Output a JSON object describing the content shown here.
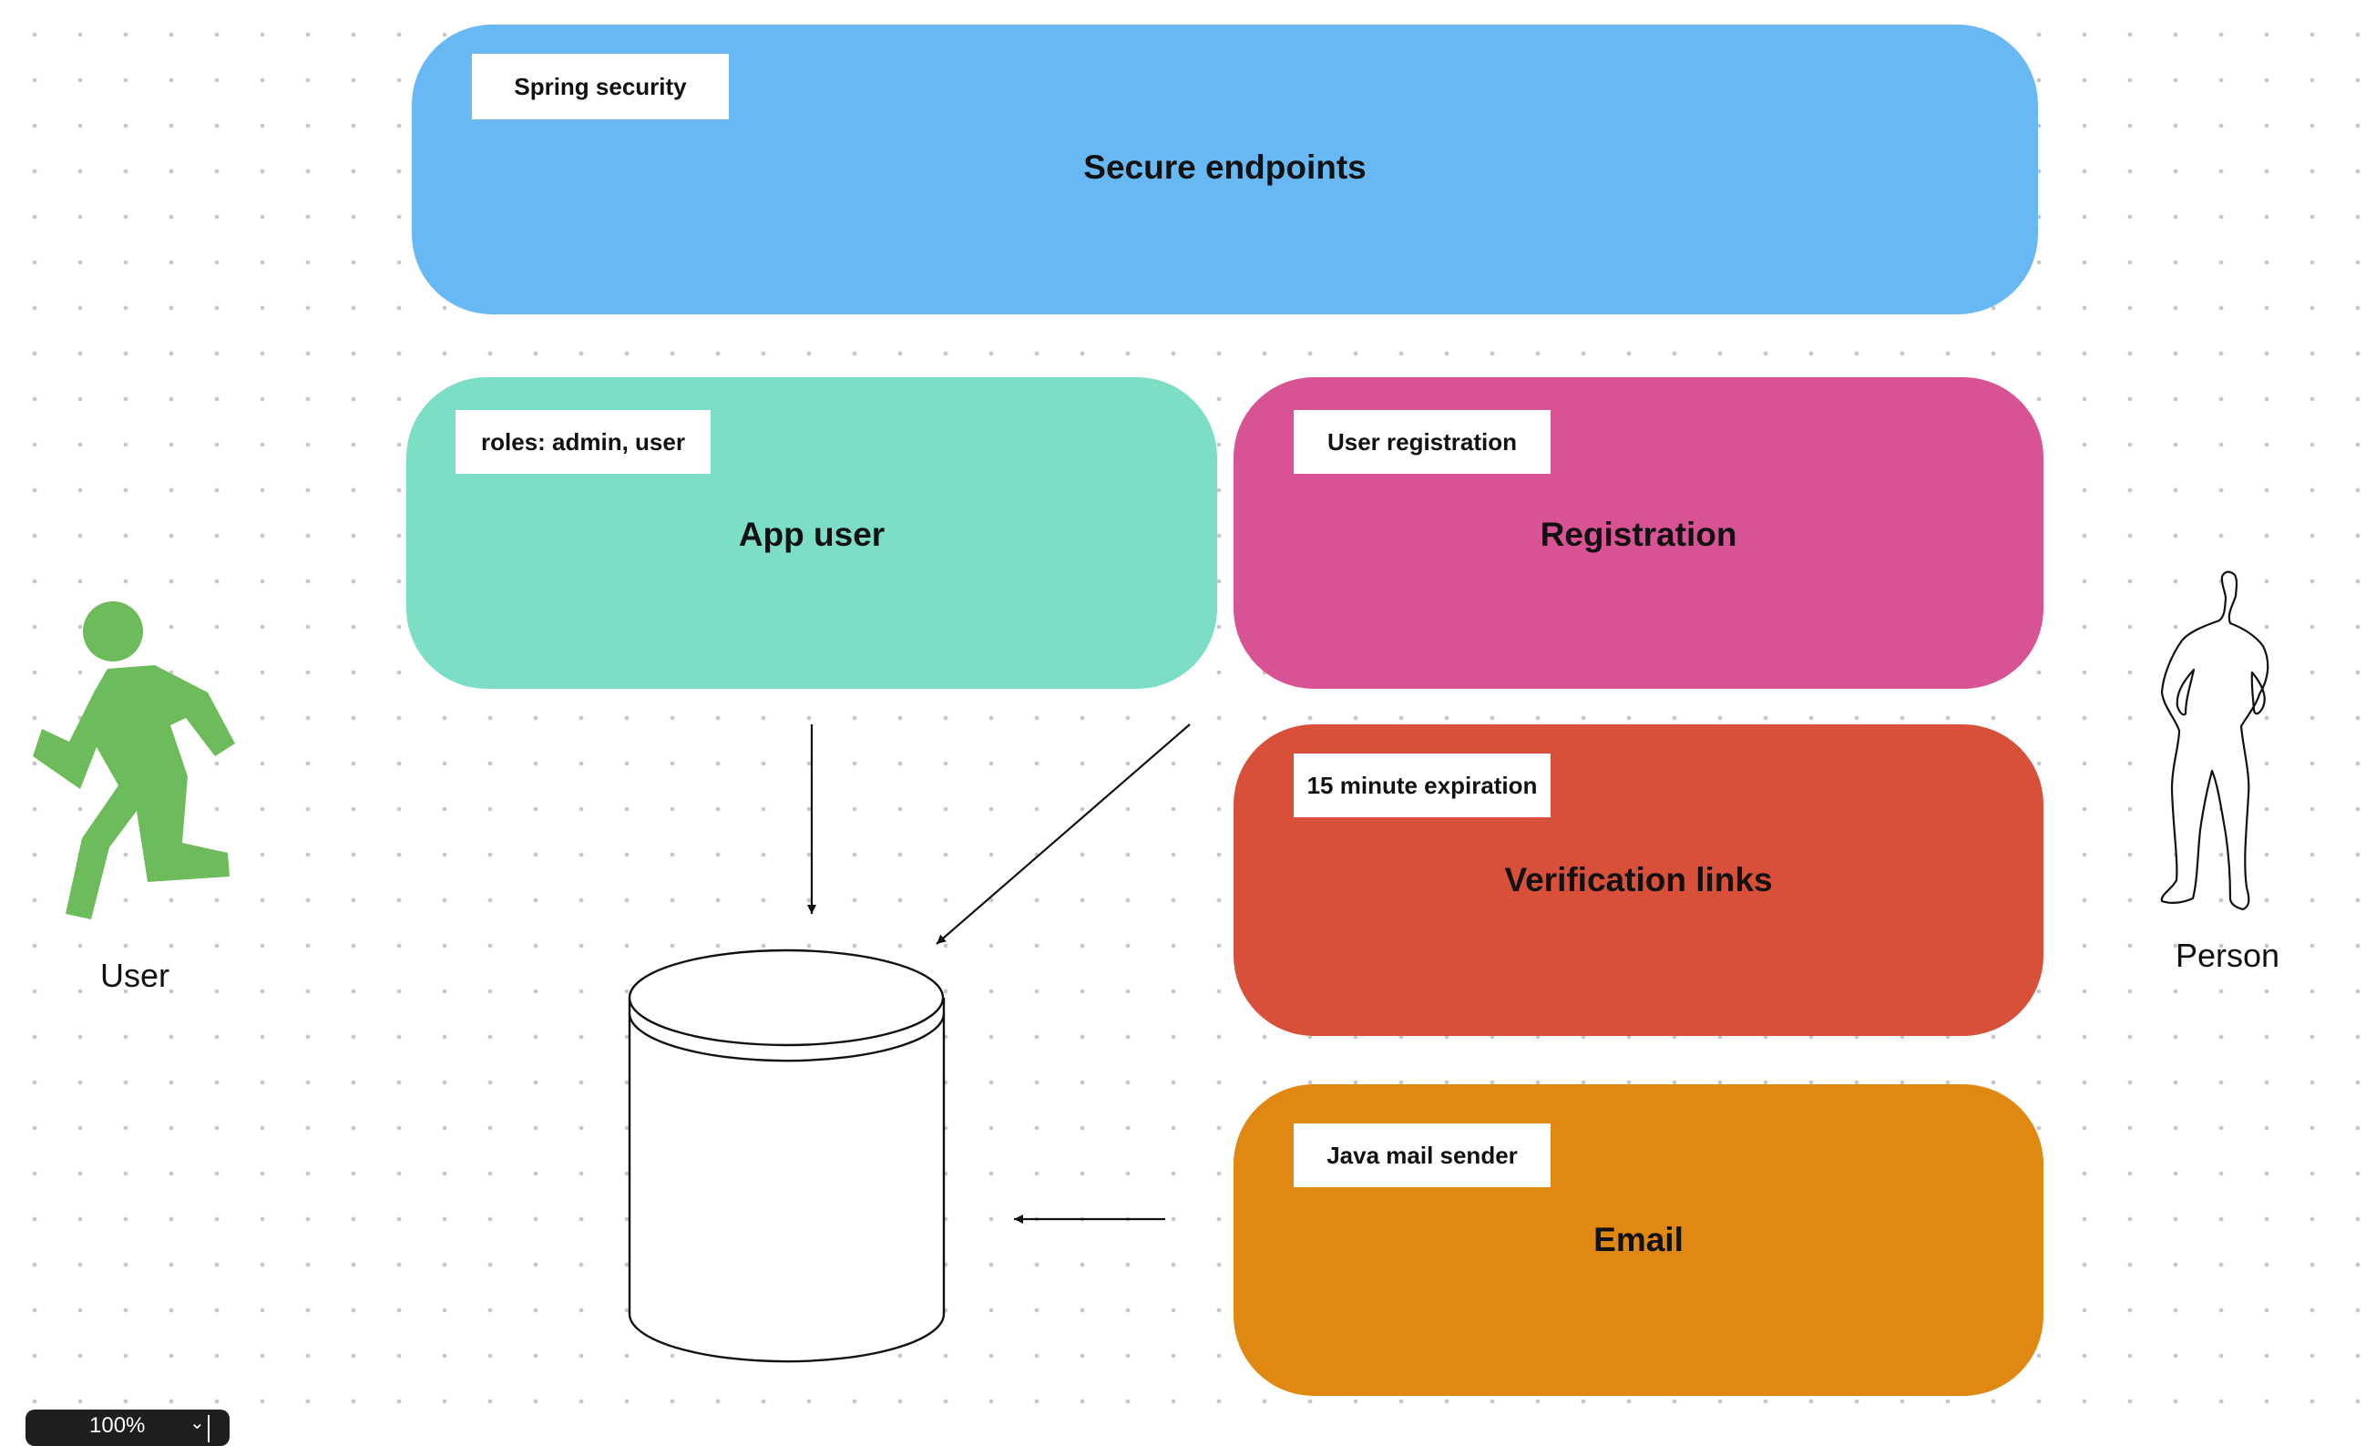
{
  "blocks": {
    "security": {
      "tag": "Spring security",
      "title": "Secure endpoints",
      "color": "#68b8f4"
    },
    "app_user": {
      "tag": "roles: admin, user",
      "title": "App user",
      "color": "#7cdec7"
    },
    "registration": {
      "tag": "User registration",
      "title": "Registration",
      "color": "#d85394"
    },
    "verification": {
      "tag": "15 minute expiration",
      "title": "Verification links",
      "color": "#d8503a"
    },
    "email": {
      "tag": "Java mail sender",
      "title": "Email",
      "color": "#e08812"
    }
  },
  "actors": {
    "user": {
      "label": "User",
      "icon": "running-person-icon",
      "color": "#6dbb5a"
    },
    "person": {
      "label": "Person",
      "icon": "person-outline-icon"
    }
  },
  "database": {
    "icon": "database-cylinder-icon"
  },
  "zoom": {
    "value": "100%"
  }
}
